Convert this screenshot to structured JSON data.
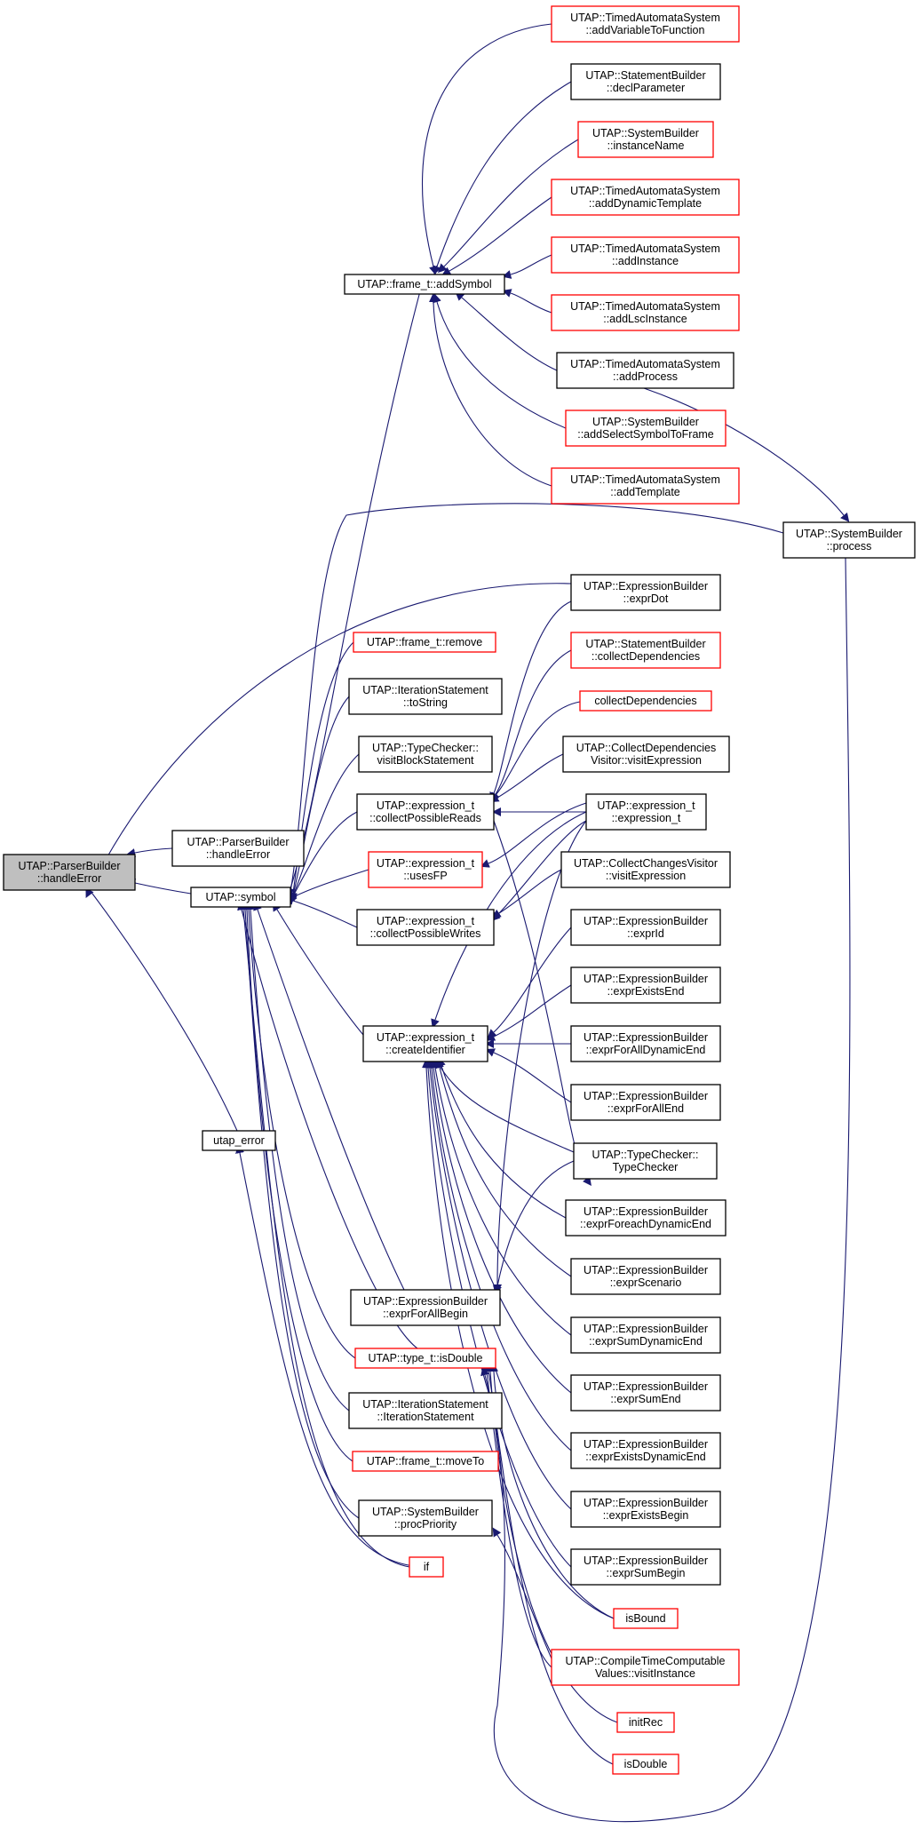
{
  "colors": {
    "edge": "#191970",
    "red_border": "#ff0000",
    "black_border": "#000000",
    "root_fill": "#bfbfbf"
  },
  "nodes": [
    {
      "id": "handleError_root",
      "lines": [
        "UTAP::ParserBuilder",
        "::handleError"
      ],
      "style": "gray"
    },
    {
      "id": "pb_handleError",
      "lines": [
        "UTAP::ParserBuilder",
        "::handleError"
      ],
      "style": "black"
    },
    {
      "id": "symbol",
      "lines": [
        "UTAP::symbol"
      ],
      "style": "black"
    },
    {
      "id": "utap_error",
      "lines": [
        "utap_error"
      ],
      "style": "black"
    },
    {
      "id": "addSymbol",
      "lines": [
        "UTAP::frame_t::addSymbol"
      ],
      "style": "black"
    },
    {
      "id": "addVariableToFunction",
      "lines": [
        "UTAP::TimedAutomataSystem",
        "::addVariableToFunction"
      ],
      "style": "red"
    },
    {
      "id": "declParameter",
      "lines": [
        "UTAP::StatementBuilder",
        "::declParameter"
      ],
      "style": "black"
    },
    {
      "id": "instanceName",
      "lines": [
        "UTAP::SystemBuilder",
        "::instanceName"
      ],
      "style": "red"
    },
    {
      "id": "addDynamicTemplate",
      "lines": [
        "UTAP::TimedAutomataSystem",
        "::addDynamicTemplate"
      ],
      "style": "red"
    },
    {
      "id": "addInstance",
      "lines": [
        "UTAP::TimedAutomataSystem",
        "::addInstance"
      ],
      "style": "red"
    },
    {
      "id": "addLscInstance",
      "lines": [
        "UTAP::TimedAutomataSystem",
        "::addLscInstance"
      ],
      "style": "red"
    },
    {
      "id": "addProcess",
      "lines": [
        "UTAP::TimedAutomataSystem",
        "::addProcess"
      ],
      "style": "black"
    },
    {
      "id": "addSelectSymbolToFrame",
      "lines": [
        "UTAP::SystemBuilder",
        "::addSelectSymbolToFrame"
      ],
      "style": "red"
    },
    {
      "id": "addTemplate",
      "lines": [
        "UTAP::TimedAutomataSystem",
        "::addTemplate"
      ],
      "style": "red"
    },
    {
      "id": "sb_process",
      "lines": [
        "UTAP::SystemBuilder",
        "::process"
      ],
      "style": "black"
    },
    {
      "id": "exprDot",
      "lines": [
        "UTAP::ExpressionBuilder",
        "::exprDot"
      ],
      "style": "black"
    },
    {
      "id": "remove",
      "lines": [
        "UTAP::frame_t::remove"
      ],
      "style": "red"
    },
    {
      "id": "sb_collectDependencies",
      "lines": [
        "UTAP::StatementBuilder",
        "::collectDependencies"
      ],
      "style": "red"
    },
    {
      "id": "collectDependencies",
      "lines": [
        "collectDependencies"
      ],
      "style": "red"
    },
    {
      "id": "is_toString",
      "lines": [
        "UTAP::IterationStatement",
        "::toString"
      ],
      "style": "black"
    },
    {
      "id": "visitBlockStatement",
      "lines": [
        "UTAP::TypeChecker::",
        "visitBlockStatement"
      ],
      "style": "black"
    },
    {
      "id": "cdv_visitExpression",
      "lines": [
        "UTAP::CollectDependencies",
        "Visitor::visitExpression"
      ],
      "style": "black"
    },
    {
      "id": "collectPossibleReads",
      "lines": [
        "UTAP::expression_t",
        "::collectPossibleReads"
      ],
      "style": "black"
    },
    {
      "id": "expression_t",
      "lines": [
        "UTAP::expression_t",
        "::expression_t"
      ],
      "style": "black"
    },
    {
      "id": "usesFP",
      "lines": [
        "UTAP::expression_t",
        "::usesFP"
      ],
      "style": "red"
    },
    {
      "id": "ccv_visitExpression",
      "lines": [
        "UTAP::CollectChangesVisitor",
        "::visitExpression"
      ],
      "style": "black"
    },
    {
      "id": "collectPossibleWrites",
      "lines": [
        "UTAP::expression_t",
        "::collectPossibleWrites"
      ],
      "style": "black"
    },
    {
      "id": "exprId",
      "lines": [
        "UTAP::ExpressionBuilder",
        "::exprId"
      ],
      "style": "black"
    },
    {
      "id": "exprExistsEnd",
      "lines": [
        "UTAP::ExpressionBuilder",
        "::exprExistsEnd"
      ],
      "style": "black"
    },
    {
      "id": "createIdentifier",
      "lines": [
        "UTAP::expression_t",
        "::createIdentifier"
      ],
      "style": "black"
    },
    {
      "id": "exprForAllDynamicEnd",
      "lines": [
        "UTAP::ExpressionBuilder",
        "::exprForAllDynamicEnd"
      ],
      "style": "black"
    },
    {
      "id": "exprForAllEnd",
      "lines": [
        "UTAP::ExpressionBuilder",
        "::exprForAllEnd"
      ],
      "style": "black"
    },
    {
      "id": "typeChecker",
      "lines": [
        "UTAP::TypeChecker::",
        "TypeChecker"
      ],
      "style": "black"
    },
    {
      "id": "exprForeachDynamicEnd",
      "lines": [
        "UTAP::ExpressionBuilder",
        "::exprForeachDynamicEnd"
      ],
      "style": "black"
    },
    {
      "id": "exprScenario",
      "lines": [
        "UTAP::ExpressionBuilder",
        "::exprScenario"
      ],
      "style": "black"
    },
    {
      "id": "exprForAllBegin",
      "lines": [
        "UTAP::ExpressionBuilder",
        "::exprForAllBegin"
      ],
      "style": "black"
    },
    {
      "id": "exprSumDynamicEnd",
      "lines": [
        "UTAP::ExpressionBuilder",
        "::exprSumDynamicEnd"
      ],
      "style": "black"
    },
    {
      "id": "isDouble_type",
      "lines": [
        "UTAP::type_t::isDouble"
      ],
      "style": "red"
    },
    {
      "id": "exprSumEnd",
      "lines": [
        "UTAP::ExpressionBuilder",
        "::exprSumEnd"
      ],
      "style": "black"
    },
    {
      "id": "is_ctor",
      "lines": [
        "UTAP::IterationStatement",
        "::IterationStatement"
      ],
      "style": "black"
    },
    {
      "id": "exprExistsDynamicEnd",
      "lines": [
        "UTAP::ExpressionBuilder",
        "::exprExistsDynamicEnd"
      ],
      "style": "black"
    },
    {
      "id": "moveTo",
      "lines": [
        "UTAP::frame_t::moveTo"
      ],
      "style": "red"
    },
    {
      "id": "exprExistsBegin",
      "lines": [
        "UTAP::ExpressionBuilder",
        "::exprExistsBegin"
      ],
      "style": "black"
    },
    {
      "id": "procPriority",
      "lines": [
        "UTAP::SystemBuilder",
        "::procPriority"
      ],
      "style": "black"
    },
    {
      "id": "exprSumBegin",
      "lines": [
        "UTAP::ExpressionBuilder",
        "::exprSumBegin"
      ],
      "style": "black"
    },
    {
      "id": "if",
      "lines": [
        "if"
      ],
      "style": "red"
    },
    {
      "id": "isBound",
      "lines": [
        "isBound"
      ],
      "style": "red"
    },
    {
      "id": "ctcv_visitInstance",
      "lines": [
        "UTAP::CompileTimeComputable",
        "Values::visitInstance"
      ],
      "style": "red"
    },
    {
      "id": "initRec",
      "lines": [
        "initRec"
      ],
      "style": "red"
    },
    {
      "id": "isDouble",
      "lines": [
        "isDouble"
      ],
      "style": "red"
    }
  ]
}
